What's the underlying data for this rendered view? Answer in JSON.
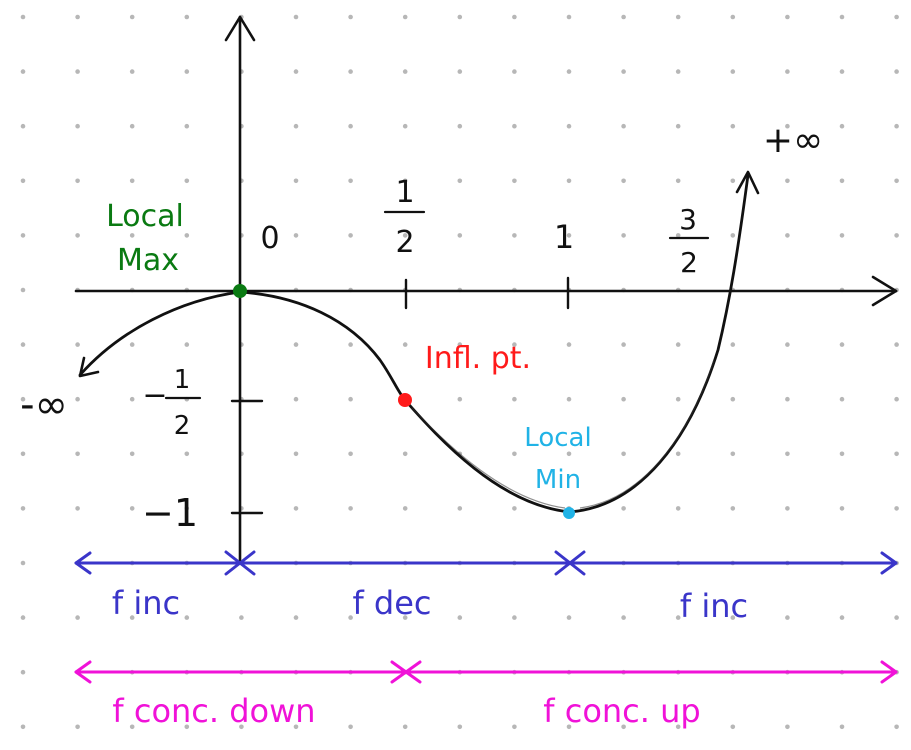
{
  "colors": {
    "ink": "#111111",
    "dots": "#b7b7b7",
    "local_max": "#0a7a12",
    "inflection": "#ff1a1a",
    "local_min": "#21b3e6",
    "increasing_line": "#3a35c9",
    "concavity_line": "#f012d8"
  },
  "labels": {
    "x_tick_0": "0",
    "x_tick_half_num": "1",
    "x_tick_half_den": "2",
    "x_tick_1": "1",
    "x_tick_3half_num": "3",
    "x_tick_3half_den": "2",
    "y_tick_neg_half_sign": "−",
    "y_tick_neg_half_num": "1",
    "y_tick_neg_half_den": "2",
    "y_tick_neg_1": "−1",
    "neg_infinity": "-∞",
    "pos_infinity": "+∞",
    "local_max_1": "Local",
    "local_max_2": "Max",
    "inflection": "Infl. pt.",
    "local_min_1": "Local",
    "local_min_2": "Min",
    "inc_left": "f inc",
    "dec_mid": "f dec",
    "inc_right": "f inc",
    "conc_down": "f conc. down",
    "conc_up": "f conc. up"
  },
  "icons": {
    "y_axis_arrow": "arrow-up-icon",
    "x_axis_arrow": "arrow-right-icon",
    "curve_left_arrow": "arrow-down-left-icon",
    "curve_right_arrow": "arrow-up-icon"
  }
}
